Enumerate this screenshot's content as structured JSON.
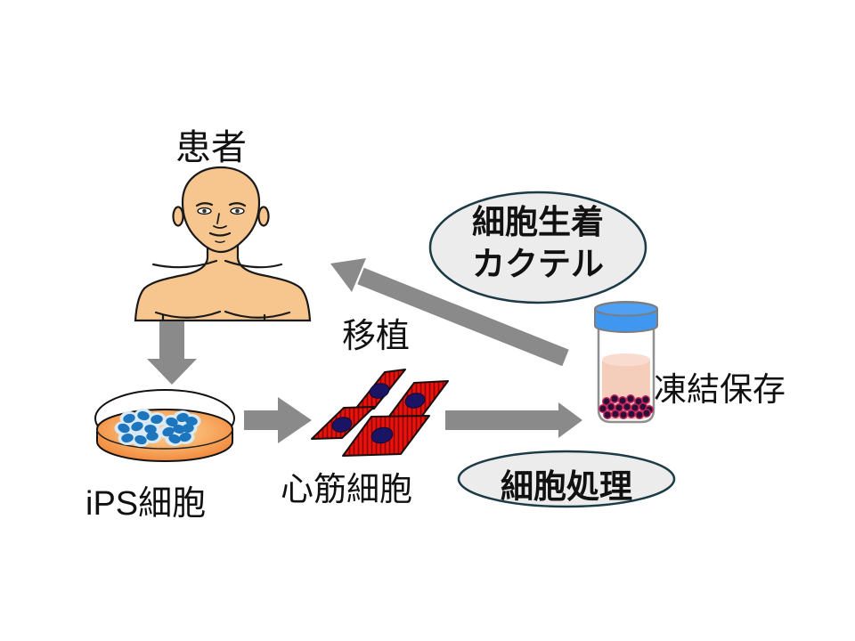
{
  "labels": {
    "patient": "患者",
    "ips_cells": "iPS細胞",
    "cardiomyocytes": "心筋細胞",
    "transplant": "移植",
    "cryopreservation": "凍結保存",
    "cocktail_line1": "細胞生着",
    "cocktail_line2": "カクテル",
    "cell_processing": "細胞処理"
  },
  "icons": {
    "patient-figure-icon": "bald human bust, skin-tone with black outline",
    "petri-dish-icon": "orange petri dish with two clusters of blue iPS cell colonies",
    "cardiomyocyte-cells-icon": "four red striped spindle cells with dark blue nuclei",
    "cryovial-icon": "vial with blue cap, pink medium and dark red cell pellets",
    "down-arrow-icon": "gray block arrow pointing down",
    "right-arrow-icon": "gray block arrow pointing right",
    "long-right-arrow-icon": "long gray block arrow pointing right",
    "transplant-arrow-icon": "long diagonal gray block arrow pointing up-left"
  },
  "colors": {
    "arrow_gray": "#8a8a8a",
    "ellipse_fill": "#ececec",
    "ellipse_border": "#1c3b46",
    "skin": "#f7c58e",
    "outline": "#1a1a1a",
    "dish_orange_edge": "#ee7c2e",
    "dish_orange_center": "#fcd7a0",
    "ips_cell_blue": "#1d76bd",
    "ips_cell_halo": "#d9eaf6",
    "cardio_red": "#e8130c",
    "cardio_stripe": "#8c0404",
    "nucleus_navy": "#1b1464",
    "vial_cap_blue": "#3f97f0",
    "vial_liquid_pink": "#f5cdbb",
    "pellet_dark": "#2a1038",
    "pellet_ring": "#c2255c",
    "text": "#111111"
  }
}
